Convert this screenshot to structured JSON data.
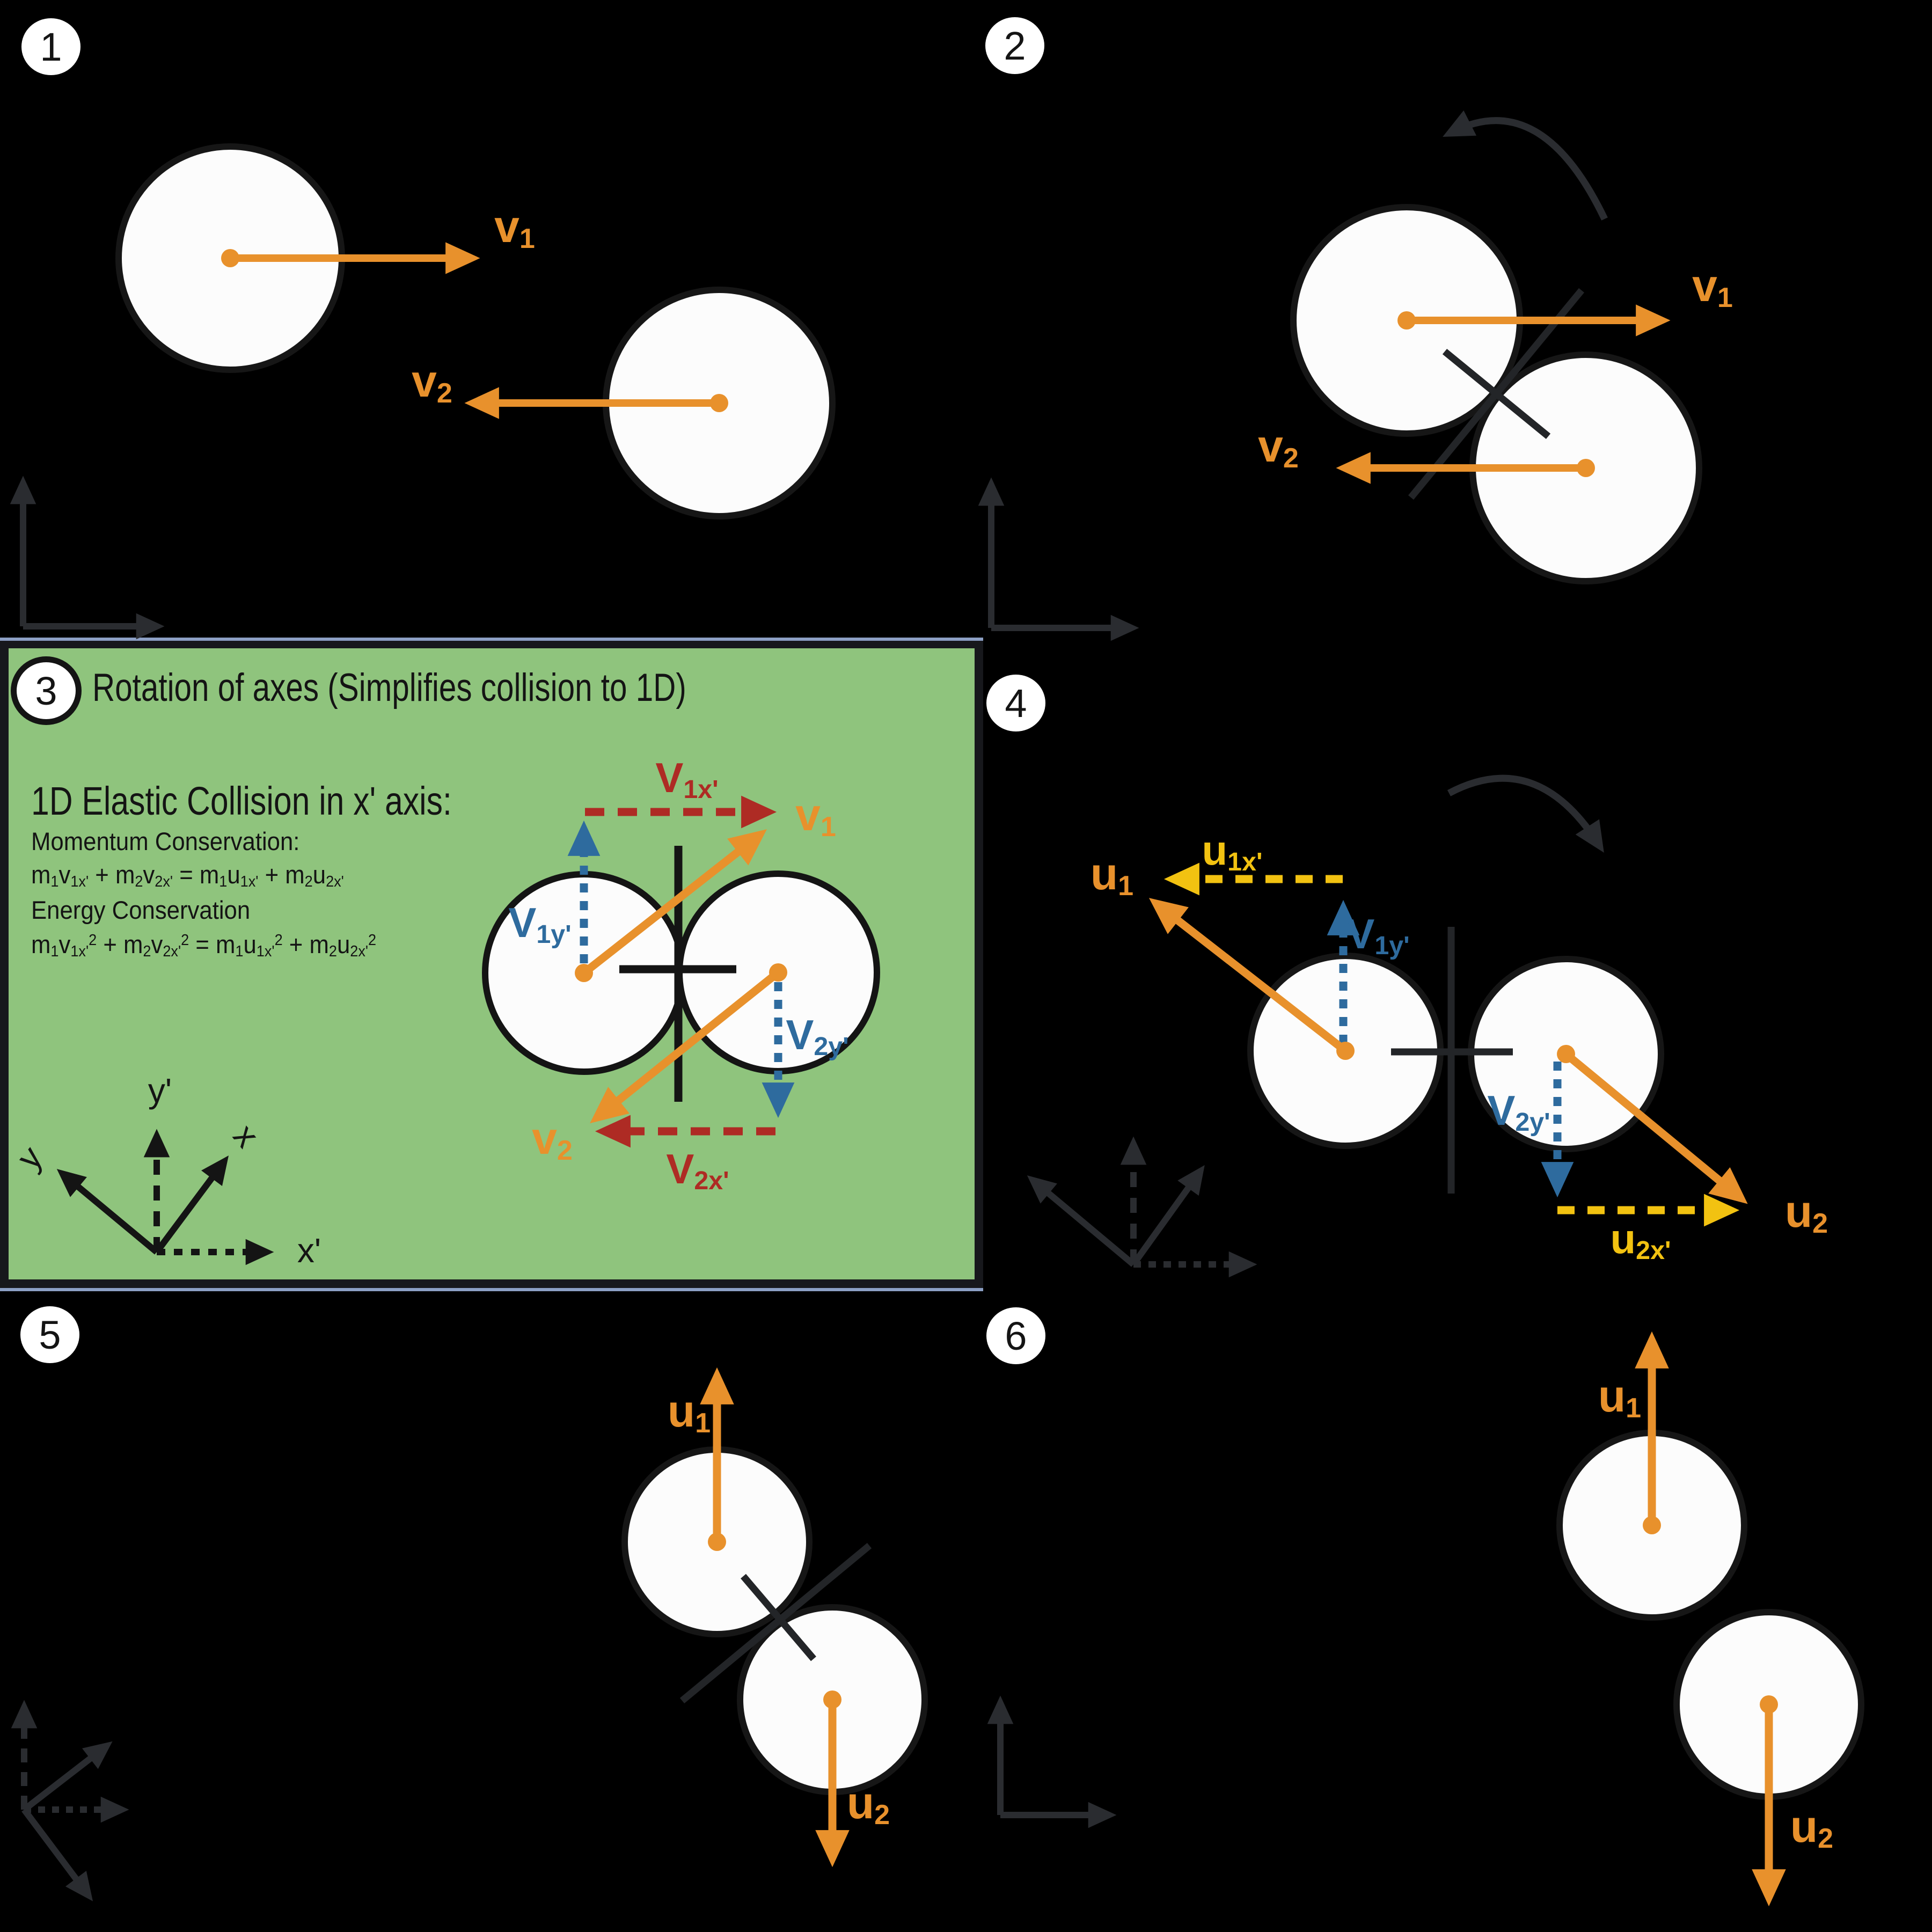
{
  "colors": {
    "background": "#000000",
    "ball_fill": "#FCFCFC",
    "ball_outline": "#161616",
    "orange_vector": "#E8912C",
    "dark_red_component": "#AE2B24",
    "blue_component": "#2E6B9E",
    "yellow_component": "#F2C211",
    "green_panel": "#8FC47D",
    "panel_border": "#17181C",
    "panel_edge_line": "#8C9FC4",
    "axis_gray": "#2A2C30",
    "ink_black": "#141414"
  },
  "panels": {
    "p1": {
      "badge": "1",
      "labels": {
        "v1": "v_{1}",
        "v2": "v_{2}"
      }
    },
    "p2": {
      "badge": "2",
      "labels": {
        "v1": "v_{1}",
        "v2": "v_{2}"
      }
    },
    "p3": {
      "badge": "3",
      "title": "Rotation of axes (Simplifies collision to 1D)",
      "subtitle": "1D Elastic Collision in x' axis:",
      "momentum_label": "Momentum Conservation:",
      "momentum_equation": "m_{1}v_{1x'} + m_{2}v_{2x'} = m_{1}u_{1x'} + m_{2}u_{2x'}",
      "energy_label": "Energy Conservation",
      "energy_equation": "m_{1}v_{1x'}^{2} + m_{2}v_{2x'}^{2} = m_{1}u_{1x'}^{2} + m_{2}u_{2x'}^{2}",
      "labels": {
        "v1": "v_{1}",
        "v2": "v_{2}",
        "v1x": "V_{1x'}",
        "v1y": "V_{1y'}",
        "v2x": "V_{2x'}",
        "v2y": "V_{2y'}"
      },
      "axis_labels": {
        "y_prime": "y'",
        "x": "x",
        "y": "y",
        "x_prime": "x'"
      }
    },
    "p4": {
      "badge": "4",
      "labels": {
        "u1": "u_{1}",
        "u2": "u_{2}",
        "u1x": "u_{1x'}",
        "u2x": "u_{2x'}",
        "v1y": "V_{1y'}",
        "v2y": "V_{2y'}"
      }
    },
    "p5": {
      "badge": "5",
      "labels": {
        "u1": "u_{1}",
        "u2": "u_{2}"
      }
    },
    "p6": {
      "badge": "6",
      "labels": {
        "u1": "u_{1}",
        "u2": "u_{2}"
      }
    }
  }
}
